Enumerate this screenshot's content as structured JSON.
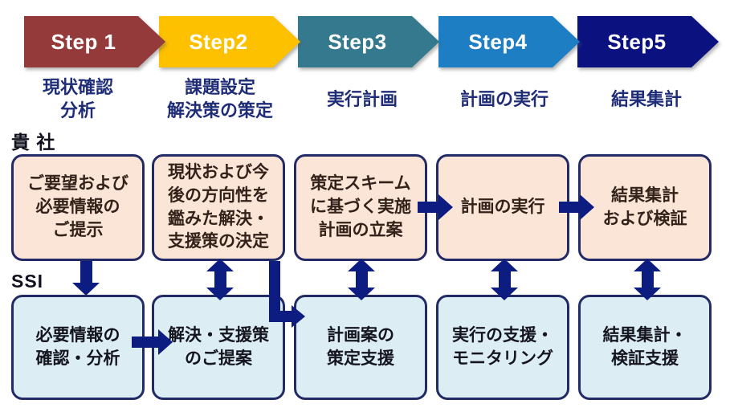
{
  "steps": [
    {
      "label": "Step 1",
      "sublabel": [
        "現状確認",
        "分析"
      ],
      "color": "#943A3A"
    },
    {
      "label": "Step2",
      "sublabel": [
        "課題設定",
        "解決策の策定"
      ],
      "color": "#FDC100"
    },
    {
      "label": "Step3",
      "sublabel": [
        "実行計画"
      ],
      "color": "#35798E"
    },
    {
      "label": "Step4",
      "sublabel": [
        "計画の実行"
      ],
      "color": "#1E7EC3"
    },
    {
      "label": "Step5",
      "sublabel": [
        "結果集計"
      ],
      "color": "#0B1280"
    }
  ],
  "company_row": {
    "label": "貴 社",
    "boxes": [
      [
        "ご要望および",
        "必要情報の",
        "ご提示"
      ],
      [
        "現状および今",
        "後の方向性を",
        "鑑みた解決・",
        "支援策の決定"
      ],
      [
        "策定スキーム",
        "に基づく実施",
        "計画の立案"
      ],
      [
        "計画の実行"
      ],
      [
        "結果集計",
        "および検証"
      ]
    ]
  },
  "ssi_row": {
    "label": "SSI",
    "boxes": [
      [
        "必要情報の",
        "確認・分析"
      ],
      [
        "解決・支援策",
        "のご提案"
      ],
      [
        "計画案の",
        "策定支援"
      ],
      [
        "実行の支援・",
        "モニタリング"
      ],
      [
        "結果集計・",
        "検証支援"
      ]
    ]
  },
  "colors": {
    "arrow": "#0D1C80",
    "box_border": "#232B66",
    "company_box_fill": "#FBE5D6",
    "ssi_box_fill": "#DCEDF4",
    "step_sublabel_text": "#1F2C78",
    "step_text": "#FFFFFF"
  }
}
